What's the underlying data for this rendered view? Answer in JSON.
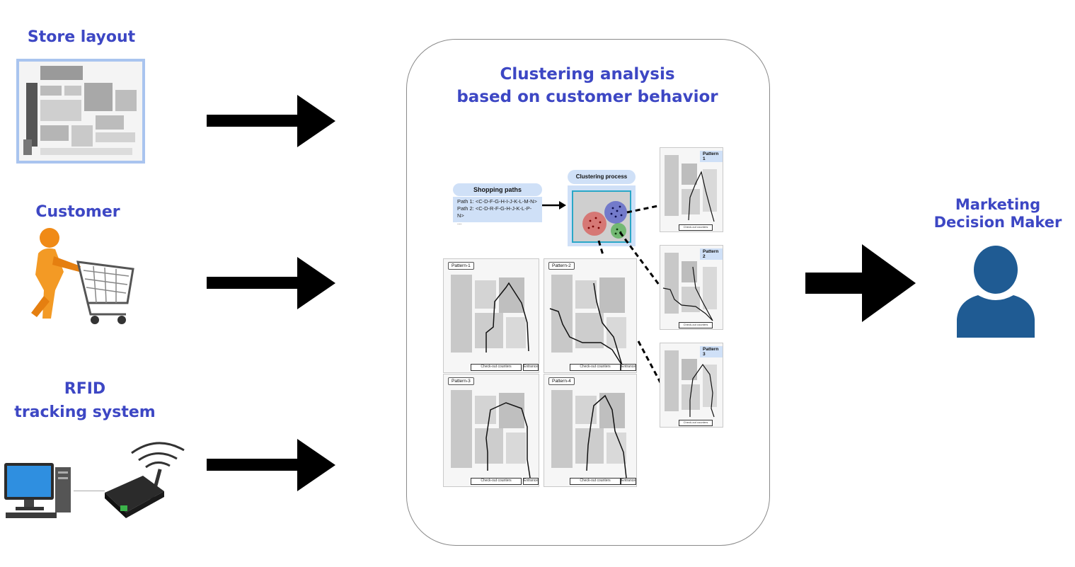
{
  "inputs": {
    "store_layout_title": "Store layout",
    "customer_title": "Customer",
    "rfid_title_line1": "RFID",
    "rfid_title_line2": "tracking system"
  },
  "center": {
    "title_line1": "Clustering analysis",
    "title_line2": "based on customer behavior",
    "shopping_paths_label": "Shopping paths",
    "path1": "Path 1: <C-D-F-G-H-I-J-K-L-M-N>",
    "path2": "Path 2: <C-D-R-F-G-H-J-K-L-P-N>",
    "path_more": "...",
    "clustering_label": "Clustering process",
    "pattern_large": [
      "Pattern-1",
      "Pattern-2",
      "Pattern-3",
      "Pattern-4"
    ],
    "pattern_small": [
      "Pattern 1",
      "Pattern 2",
      "Pattern 3"
    ],
    "checkout_label": "Check-out counters",
    "entrance_label": "Entrance"
  },
  "output": {
    "title_line1": "Marketing",
    "title_line2": "Decision Maker"
  },
  "colors": {
    "heading": "#3d47c4",
    "pill": "#cfe0f7",
    "person": "#1f5b93",
    "cluster_red": "#d9534f",
    "cluster_blue": "#4b55c8",
    "cluster_green": "#4cae4c"
  }
}
